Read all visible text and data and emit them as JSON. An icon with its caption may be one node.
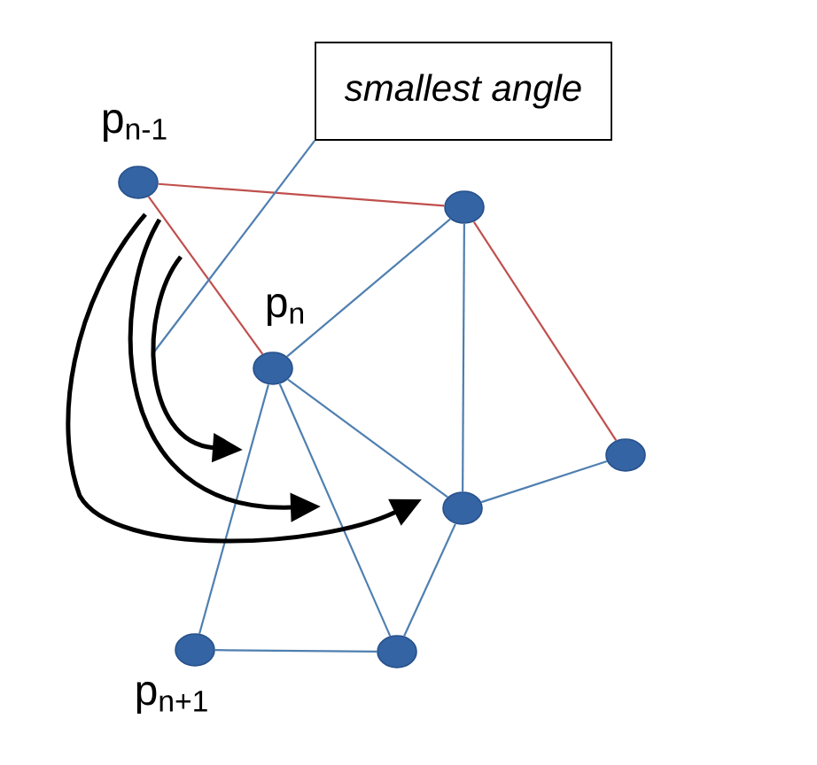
{
  "diagram": {
    "nodes": [
      {
        "text": [
          "smallest angle"
        ]
      },
      {
        "text": [
          "p$_{n-1}$"
        ]
      },
      {
        "text": [],
        "shape": "circle"
      },
      {
        "text": [
          "p$_{n}$"
        ]
      },
      {
        "text": [],
        "shape": "circle"
      },
      {
        "text": [],
        "shape": "circle"
      },
      {
        "text": [
          "p$_{n+1}$"
        ]
      },
      {
        "text": [],
        "shape": "circle"
      }
    ],
    "edges": [
      {
        "from": 1,
        "to": 2,
        "arrow": "none",
        "color": "#c0504d"
      },
      {
        "from": 2,
        "to": 4,
        "arrow": "none",
        "color": "#c0504d"
      },
      {
        "from": 1,
        "to": 3,
        "arrow": "none",
        "color": "#c0504d"
      },
      {
        "from": 3,
        "to": 2,
        "arrow": "none"
      },
      {
        "from": 2,
        "to": 5,
        "arrow": "none"
      },
      {
        "from": 3,
        "to": 5,
        "arrow": "none"
      },
      {
        "from": 5,
        "to": 4,
        "arrow": "none"
      },
      {
        "from": 3,
        "to": 6,
        "arrow": "none"
      },
      {
        "from": 3,
        "to": 7,
        "arrow": "none"
      },
      {
        "from": 5,
        "to": 7,
        "arrow": "none"
      },
      {
        "from": 6,
        "to": 7,
        "arrow": "none"
      },
      {
        "from": 0,
        "to": null,
        "arrow": "none"
      }
    ]
  }
}
